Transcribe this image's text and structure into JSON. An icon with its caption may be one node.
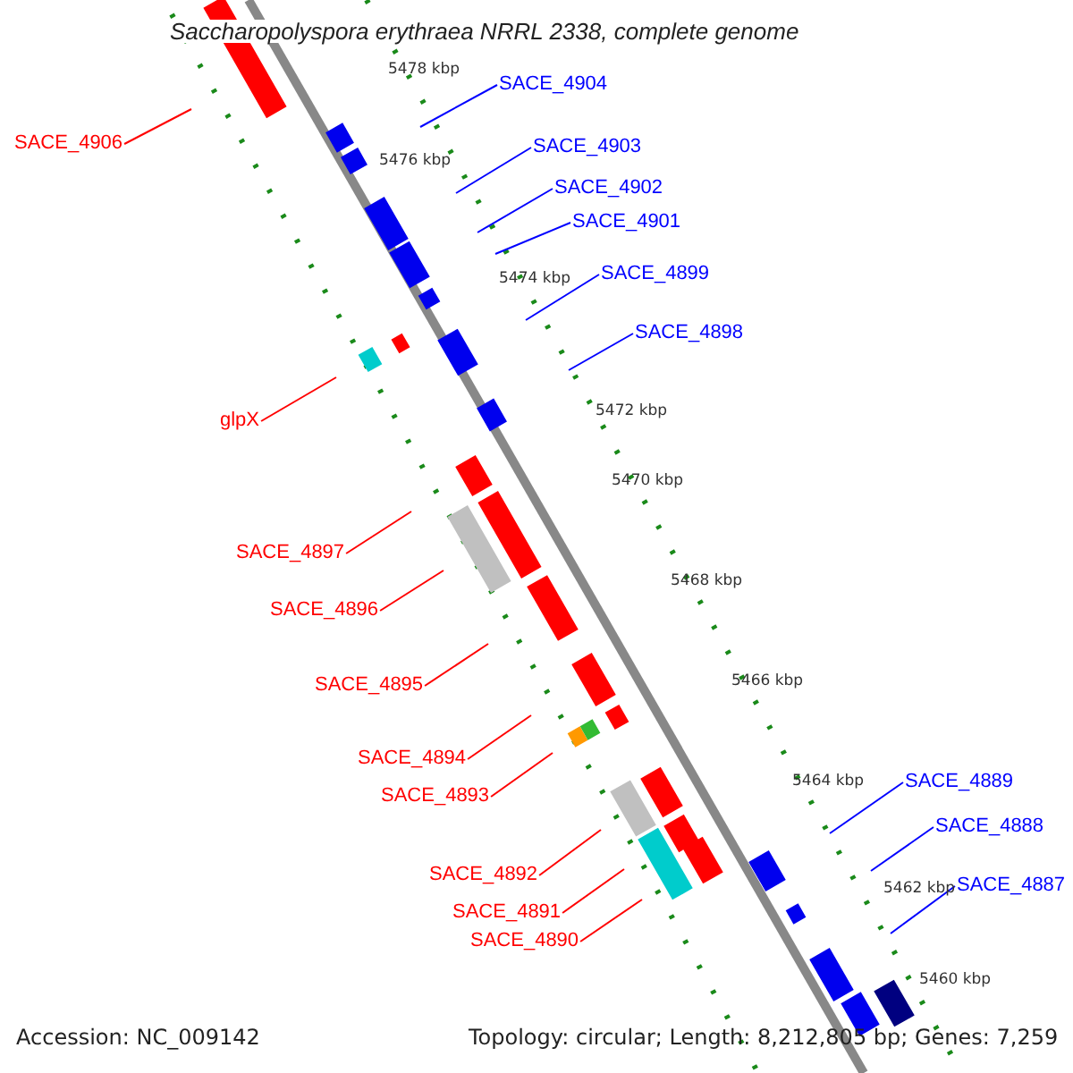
{
  "diagram": {
    "title": "Saccharopolyspora erythraea NRRL 2338, complete genome",
    "nodes": [
      {
        "text": [
          "SACE_4906"
        ]
      },
      {
        "text": [
          "SACE_4904"
        ]
      },
      {
        "text": [
          "SACE_4903"
        ]
      },
      {
        "text": [
          "SACE_4902"
        ]
      },
      {
        "text": [
          "SACE_4901"
        ]
      },
      {
        "text": [
          "SACE_4899"
        ]
      },
      {
        "text": [
          "SACE_4898"
        ]
      },
      {
        "text": [
          "glpX"
        ]
      },
      {
        "text": [
          "SACE_4897"
        ]
      },
      {
        "text": [
          "SACE_4896"
        ]
      },
      {
        "text": [
          "SACE_4895"
        ]
      },
      {
        "text": [
          "SACE_4894"
        ]
      },
      {
        "text": [
          "SACE_4893"
        ]
      },
      {
        "text": [
          "SACE_4892"
        ]
      },
      {
        "text": [
          "SACE_4891"
        ]
      },
      {
        "text": [
          "SACE_4890"
        ]
      },
      {
        "text": [
          "SACE_4889"
        ]
      },
      {
        "text": [
          "SACE_4888"
        ]
      },
      {
        "text": [
          "SACE_4887"
        ]
      }
    ],
    "edges": [
      {
        "from": 0,
        "to": null,
        "arrow": "none"
      },
      {
        "from": 1,
        "to": null,
        "arrow": "none",
        "color": "#0000ff"
      },
      {
        "from": 2,
        "to": null,
        "arrow": "none",
        "color": "#0000ff"
      },
      {
        "from": 3,
        "to": null,
        "arrow": "none",
        "color": "#0000ff"
      },
      {
        "from": 4,
        "to": null,
        "arrow": "none",
        "color": "#0000ff"
      },
      {
        "from": 5,
        "to": null,
        "arrow": "none",
        "color": "#0000ff"
      },
      {
        "from": 6,
        "to": null,
        "arrow": "none",
        "color": "#0000ff"
      },
      {
        "from": 7,
        "to": null,
        "arrow": "none"
      },
      {
        "from": 8,
        "to": null,
        "arrow": "none"
      },
      {
        "from": 9,
        "to": null,
        "arrow": "none"
      },
      {
        "from": 10,
        "to": null,
        "arrow": "none"
      },
      {
        "from": 11,
        "to": null,
        "arrow": "none"
      },
      {
        "from": 12,
        "to": null,
        "arrow": "none"
      },
      {
        "from": 13,
        "to": null,
        "arrow": "none"
      },
      {
        "from": 14,
        "to": null,
        "arrow": "none"
      },
      {
        "from": 15,
        "to": null,
        "arrow": "none"
      },
      {
        "from": 16,
        "to": null,
        "arrow": "none",
        "color": "#0000ff"
      },
      {
        "from": 17,
        "to": null,
        "arrow": "none",
        "color": "#0000ff"
      },
      {
        "from": 18,
        "to": null,
        "arrow": "none",
        "color": "#0000ff"
      }
    ],
    "labels": [
      "5478 kbp",
      "5476 kbp",
      "5474 kbp",
      "5472 kbp",
      "5470 kbp",
      "5468 kbp",
      "5466 kbp",
      "5464 kbp",
      "5462 kbp",
      "5460 kbp",
      "Accession: NC_009142",
      "Topology: circular; Length: 8,212,805 bp; Genes: 7,259"
    ]
  }
}
